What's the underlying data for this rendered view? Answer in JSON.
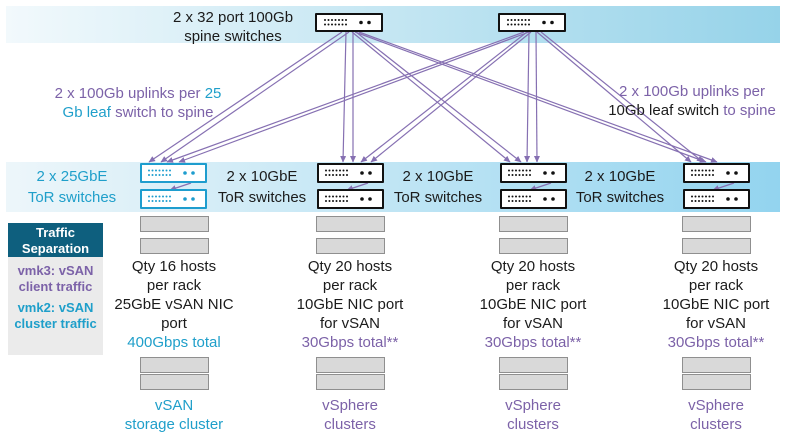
{
  "colors": {
    "purple": "#7C62A8",
    "cyan": "#1F9FCA",
    "header_dark_blue": "#0E5F7E",
    "band_gradient_start": "#F2F9FC",
    "band_gradient_end": "#96D3E9",
    "host_bar_fill": "#D9D9D9",
    "wire_purple": "#8670B2",
    "tor_cyan_border": "#1E9DCE"
  },
  "icons": {
    "spine_switch": "network-switch-icon",
    "tor_switch": "network-switch-icon"
  },
  "spine": {
    "label_line1": "2 x 32 port 100Gb",
    "label_line2": "spine switches"
  },
  "uplinks": {
    "left": {
      "l1_purple": "2 x 100Gb uplinks per",
      "l1_cyan": "25",
      "l2_cyan": "Gb leaf",
      "l2_purple": "switch to spine"
    },
    "right": {
      "l1_purple": "2 x 100Gb uplinks per",
      "l2_black": "10Gb leaf switch",
      "l2_purple": "to spine"
    }
  },
  "tor": {
    "groups": [
      {
        "line1": "2 x 25GbE",
        "line2": "ToR switches"
      },
      {
        "line1": "2 x 10GbE",
        "line2": "ToR switches"
      },
      {
        "line1": "2 x 10GbE",
        "line2": "ToR switches"
      },
      {
        "line1": "2 x 10GbE",
        "line2": "ToR switches"
      }
    ]
  },
  "traffic_separation": {
    "title_line1": "Traffic",
    "title_line2": "Separation",
    "items": [
      {
        "line1": "vmk3: vSAN",
        "line2": "client traffic"
      },
      {
        "line1": "vmk2: vSAN",
        "line2": "cluster traffic"
      }
    ]
  },
  "racks": [
    {
      "line1": "Qty 16 hosts",
      "line2": "per rack",
      "line3": "25GbE vSAN NIC",
      "line4": "port",
      "total": "400Gbps total",
      "cluster_line1": "vSAN",
      "cluster_line2": "storage cluster"
    },
    {
      "line1": "Qty 20 hosts",
      "line2": "per rack",
      "line3": "10GbE NIC port",
      "line4": "for vSAN",
      "total": "30Gbps total**",
      "cluster_line1": "vSphere",
      "cluster_line2": "clusters"
    },
    {
      "line1": "Qty 20 hosts",
      "line2": "per rack",
      "line3": "10GbE NIC port",
      "line4": "for vSAN",
      "total": "30Gbps total**",
      "cluster_line1": "vSphere",
      "cluster_line2": "clusters"
    },
    {
      "line1": "Qty 20 hosts",
      "line2": "per rack",
      "line3": "10GbE NIC port",
      "line4": "for vSAN",
      "total": "30Gbps total**",
      "cluster_line1": "vSphere",
      "cluster_line2": "clusters"
    }
  ]
}
